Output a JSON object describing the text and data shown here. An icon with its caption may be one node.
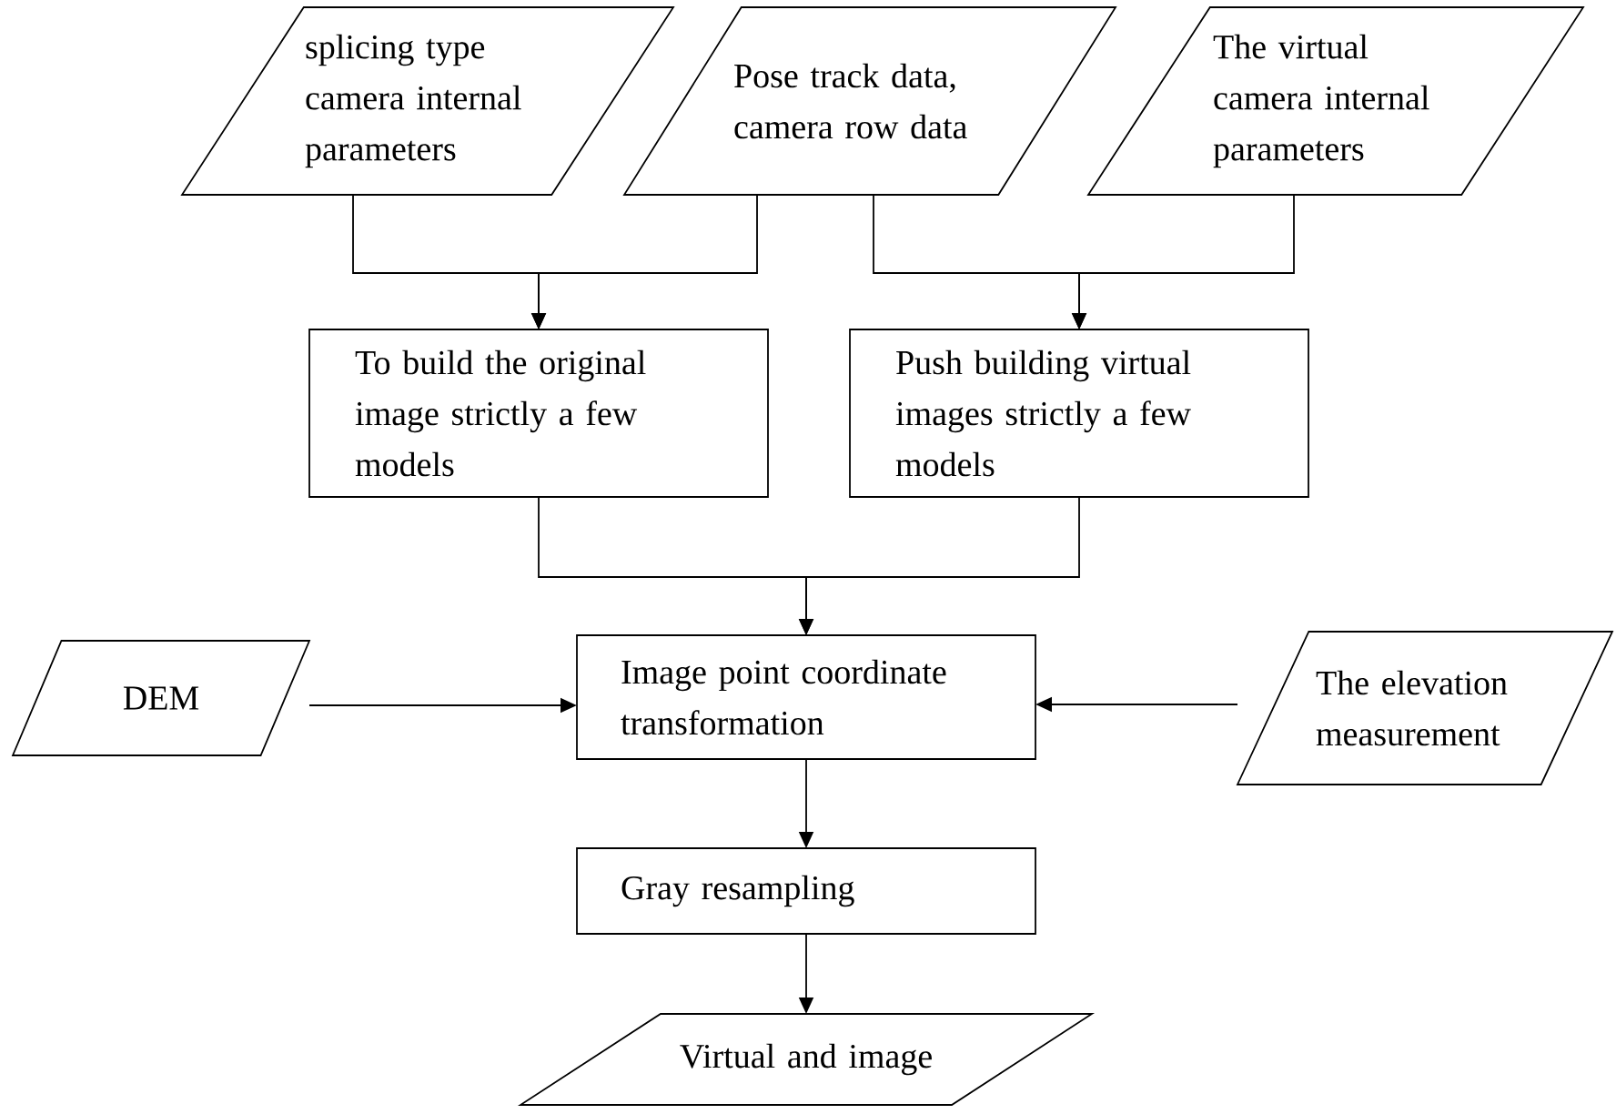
{
  "diagram": {
    "nodes": [
      {
        "text": [
          "splicing type camera internal parameters"
        ]
      },
      {
        "text": [
          "Pose track data, camera row data"
        ]
      },
      {
        "text": [
          "The virtual camera internal parameters"
        ]
      },
      {
        "text": [
          "To build the original image strictly a few models"
        ]
      },
      {
        "text": [
          "Push building virtual images strictly a few models"
        ]
      },
      {
        "text": [
          "Image point coordinate transformation"
        ]
      },
      {
        "text": [
          "DEM"
        ]
      },
      {
        "text": [
          "The elevation measurement"
        ]
      },
      {
        "text": [
          "Gray resampling"
        ]
      },
      {
        "text": [
          "Virtual and image"
        ]
      }
    ],
    "edges": [
      {
        "from": 0,
        "to": 3,
        "arrow": "to"
      },
      {
        "from": 1,
        "to": 3,
        "arrow": "to"
      },
      {
        "from": 1,
        "to": 4,
        "arrow": "to"
      },
      {
        "from": 2,
        "to": 4,
        "arrow": "to"
      },
      {
        "from": 3,
        "to": 5,
        "arrow": "to"
      },
      {
        "from": 4,
        "to": 5,
        "arrow": "to"
      },
      {
        "from": 6,
        "to": 5,
        "arrow": "to"
      },
      {
        "from": 7,
        "to": 5,
        "arrow": "to"
      },
      {
        "from": 5,
        "to": 8,
        "arrow": "to"
      },
      {
        "from": 8,
        "to": 9,
        "arrow": "to"
      }
    ]
  }
}
